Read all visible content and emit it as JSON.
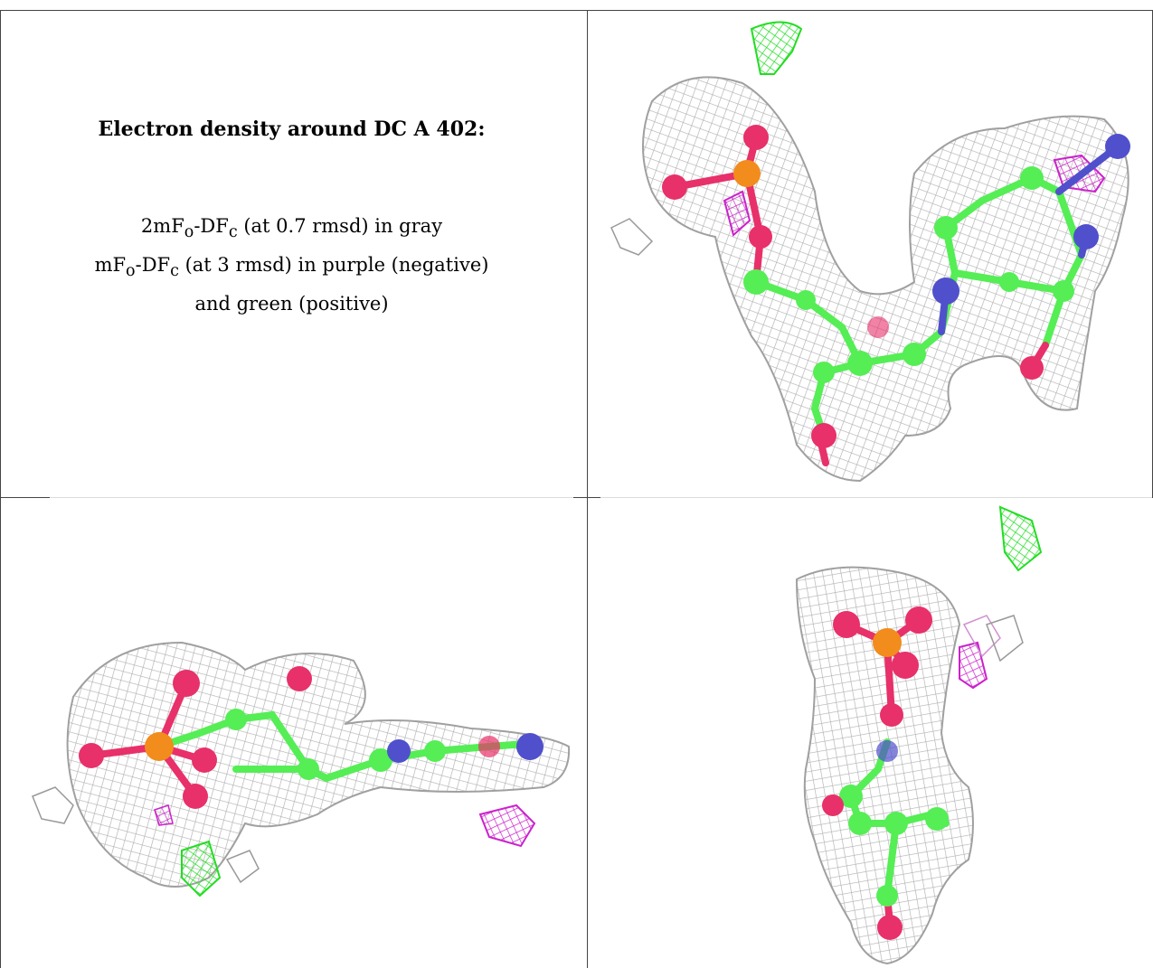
{
  "caption": {
    "title": "Electron density around DC A 402:",
    "lines": [
      {
        "prefix": "2mF",
        "sub1": "o",
        "mid": "-DF",
        "sub2": "c",
        "suffix": " (at 0.7 rmsd) in gray"
      },
      {
        "prefix": "mF",
        "sub1": "o",
        "mid": "-DF",
        "sub2": "c",
        "suffix": " (at 3 rmsd) in purple (negative)"
      },
      {
        "text": "and green (positive)"
      }
    ]
  },
  "colors": {
    "mesh_gray": "#b8b8b8",
    "mesh_green": "#22dd22",
    "mesh_purple": "#cc22cc",
    "carbon": "#55ee55",
    "oxygen": "#e8306a",
    "phosphorus": "#f28c1c",
    "nitrogen": "#5050cc",
    "border": "#444444"
  },
  "panels": [
    {
      "id": "view-top-right",
      "description_icon": "molecule-mesh-icon"
    },
    {
      "id": "view-bottom-left",
      "description_icon": "molecule-mesh-icon"
    },
    {
      "id": "view-bottom-right",
      "description_icon": "molecule-mesh-icon"
    }
  ]
}
